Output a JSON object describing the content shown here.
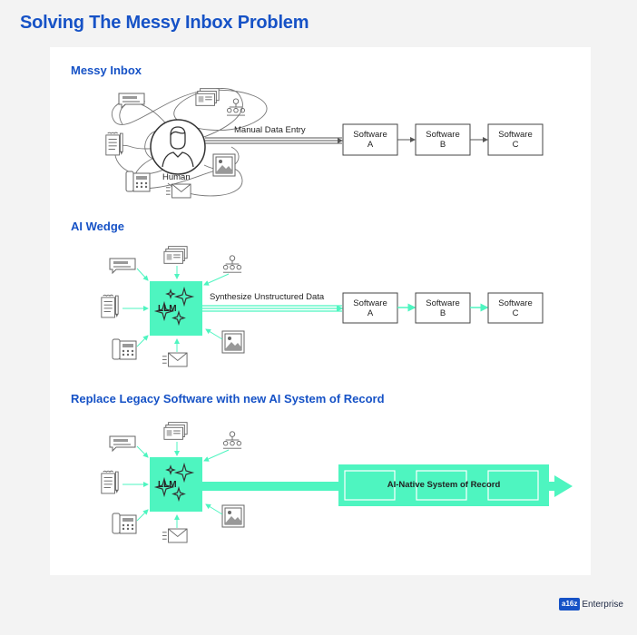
{
  "title": "Solving The Messy Inbox Problem",
  "sections": [
    {
      "title": "Messy Inbox",
      "center_label": "Human",
      "arrow_label": "Manual Data Entry",
      "boxes": [
        {
          "line1": "Software",
          "line2": "A"
        },
        {
          "line1": "Software",
          "line2": "B"
        },
        {
          "line1": "Software",
          "line2": "C"
        }
      ]
    },
    {
      "title": "AI Wedge",
      "center_label": "LLM",
      "arrow_label": "Synthesize Unstructured Data",
      "boxes": [
        {
          "line1": "Software",
          "line2": "A"
        },
        {
          "line1": "Software",
          "line2": "B"
        },
        {
          "line1": "Software",
          "line2": "C"
        }
      ]
    },
    {
      "title": "Replace Legacy Software with new AI System of Record",
      "center_label": "LLM",
      "system_label": "AI-Native System of Record"
    }
  ],
  "brand": {
    "logo": "a16z",
    "text": "Enterprise"
  },
  "colors": {
    "title_blue": "#1652c6",
    "mint": "#4ef5c0",
    "line_gray": "#888888",
    "icon_gray": "#666666"
  },
  "icons": [
    "contact-cards-icon",
    "people-icon",
    "chat-bubble-icon",
    "notepad-icon",
    "phone-icon",
    "image-icon",
    "envelope-icon",
    "sparkles-icon",
    "person-icon"
  ]
}
